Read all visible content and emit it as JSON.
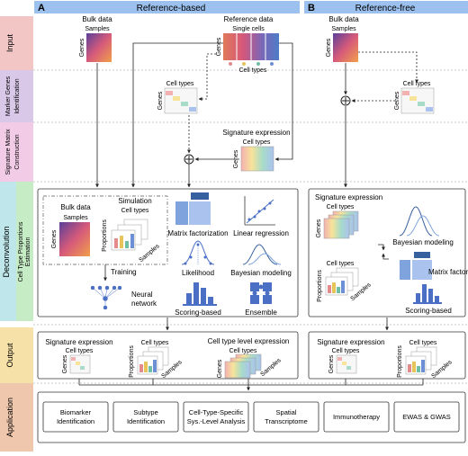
{
  "panels": {
    "a": {
      "letter": "A",
      "title": "Reference-based"
    },
    "b": {
      "letter": "B",
      "title": "Reference-free"
    }
  },
  "rows": {
    "input": "Input",
    "marker_line1": "Marker Genes",
    "marker_line2": "Identification",
    "signature_line1": "Signature Matrix",
    "signature_line2": "Construction",
    "deconvolution": "Deconvolution",
    "proportions_line1": "Cell Type Proportions",
    "proportions_line2": "Estimation",
    "output": "Output",
    "application": "Application"
  },
  "labels": {
    "bulk_data": "Bulk data",
    "reference_data": "Reference data",
    "single_cells": "Single cells",
    "samples": "Samples",
    "genes": "Genes",
    "cell_types": "Cell types",
    "signature_expression": "Signature expression",
    "simulation": "Simulation",
    "proportions": "Proportions",
    "training": "Training",
    "neural": "Neural",
    "network": "network",
    "cell_type_level_expression": "Cell type level expression"
  },
  "methods": {
    "matrix_factorization": "Matrix factorization",
    "linear_regression": "Linear regression",
    "likelihood": "Likelihood",
    "bayesian_modeling": "Bayesian modeling",
    "scoring_based": "Scoring-based",
    "ensemble": "Ensemble"
  },
  "applications": [
    {
      "line1": "Biomarker",
      "line2": "Identification"
    },
    {
      "line1": "Subtype",
      "line2": "Identification"
    },
    {
      "line1": "Cell-Type-Specific",
      "line2": "Sys.-Level Analysis"
    },
    {
      "line1": "Spatial",
      "line2": "Transcriptome"
    },
    {
      "line1": "Immunotherapy",
      "line2": ""
    },
    {
      "line1": "EWAS & GWAS",
      "line2": ""
    }
  ],
  "colors": {
    "input": "#f3c6c6",
    "marker": "#d9c8e8",
    "signature": "#f2cce6",
    "decon": "#bfe6ea",
    "proportions": "#c6ecc6",
    "output": "#f6e2a8",
    "application": "#efc7ad",
    "header": "#9cc1ee"
  },
  "icons": {
    "circled_plus": "circled-plus-icon",
    "matrix_factorization": "matrix-factorization-icon",
    "linear_regression": "linear-regression-icon",
    "likelihood": "likelihood-curve-icon",
    "bayesian_modeling": "bayesian-curves-icon",
    "scoring_based": "bar-chart-icon",
    "ensemble": "puzzle-icon",
    "neural_network": "neural-network-icon"
  }
}
